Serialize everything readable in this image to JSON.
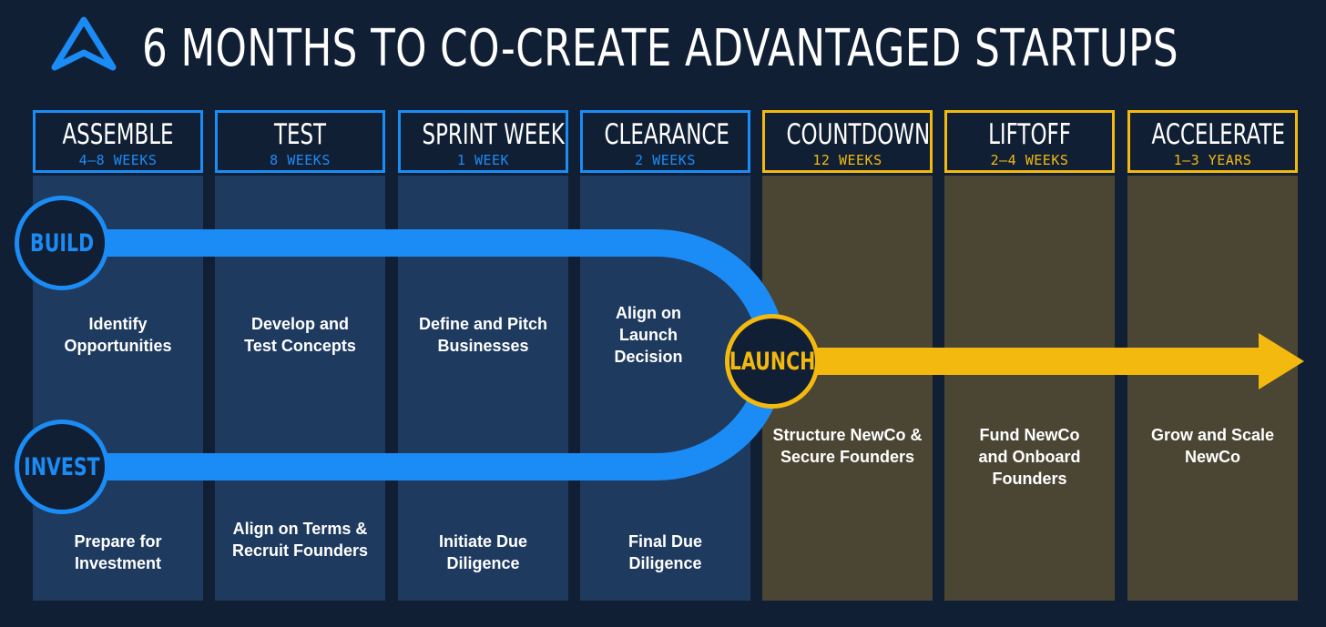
{
  "title": "6 MONTHS TO CO-CREATE ADVANTAGED STARTUPS",
  "logo_icon": "triangle-a-logo-icon",
  "colors": {
    "background": "#111f35",
    "blue": "#1b8cf5",
    "gold": "#f3b90f",
    "blue_column": "#1e3a5f",
    "gold_column": "#4b4533"
  },
  "phases": [
    {
      "name": "ASSEMBLE",
      "duration": "4–8 WEEKS"
    },
    {
      "name": "TEST",
      "duration": "8 WEEKS"
    },
    {
      "name": "SPRINT WEEK",
      "duration": "1 WEEK"
    },
    {
      "name": "CLEARANCE",
      "duration": "2 WEEKS"
    },
    {
      "name": "COUNTDOWN",
      "duration": "12 WEEKS"
    },
    {
      "name": "LIFTOFF",
      "duration": "2–4 WEEKS"
    },
    {
      "name": "ACCELERATE",
      "duration": "1–3 YEARS"
    }
  ],
  "tracks": {
    "build": "BUILD",
    "invest": "INVEST",
    "launch": "LAUNCH"
  },
  "build_steps": [
    "Identify Opportunities",
    "Develop and Test Concepts",
    "Define and Pitch Businesses",
    "Align on Launch Decision"
  ],
  "invest_steps": [
    "Prepare for Investment",
    "Align on Terms & Recruit Founders",
    "Initiate Due Diligence",
    "Final Due Diligence"
  ],
  "launch_steps": [
    "Structure NewCo & Secure Founders",
    "Fund NewCo and Onboard Founders",
    "Grow and Scale NewCo"
  ]
}
